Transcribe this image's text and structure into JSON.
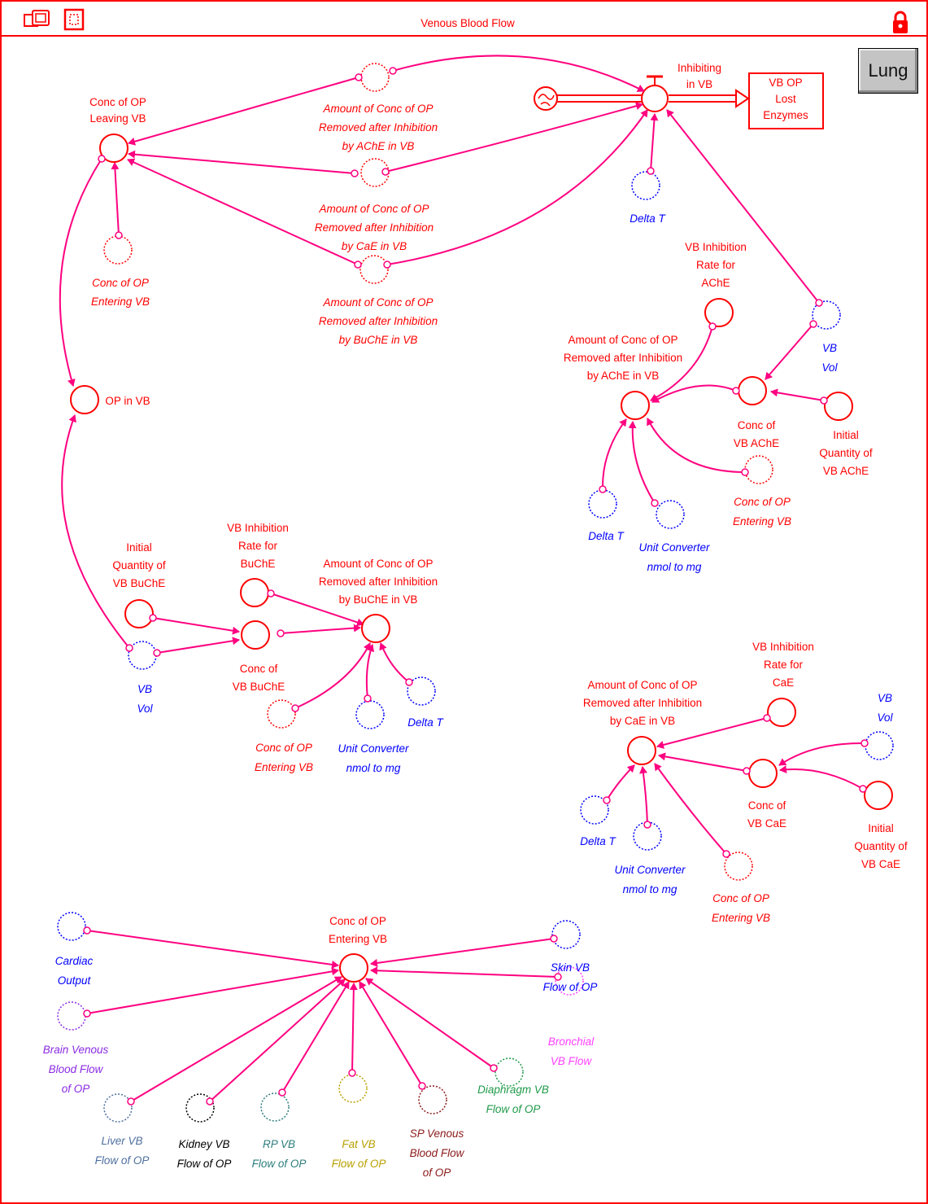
{
  "window": {
    "title": "Venous Blood Flow",
    "lung_button": "Lung"
  },
  "colors": {
    "frame": "#ff0000",
    "model": "#ff0000",
    "link": "#ff0080",
    "input_blue": "#0000ff",
    "brain": "#8a2be2",
    "liver": "#4f6f9f",
    "kidney": "#000000",
    "rp": "#2e7d7d",
    "fat": "#b8a000",
    "sp": "#8b1a1a",
    "diaphragm": "#1f9a4a",
    "bronchial": "#ff40ff"
  },
  "labels": {
    "inhibiting": [
      "Inhibiting",
      "in VB"
    ],
    "lost": [
      "VB OP",
      "Lost",
      "Enzymes"
    ],
    "conc_leaving": [
      "Conc of OP",
      "Leaving VB"
    ],
    "ache_ghost": [
      "Amount of Conc of OP",
      "Removed after Inhibition",
      "by AChE in VB"
    ],
    "cae_ghost": [
      "Amount of Conc of OP",
      "Removed after Inhibition",
      "by CaE in VB"
    ],
    "buche_ghost": [
      "Amount of Conc of OP",
      "Removed after Inhibition",
      "by BuChE in VB"
    ],
    "conc_entering_ghost": [
      "Conc of OP",
      "Entering VB"
    ],
    "delta_t": "Delta T",
    "op_in_vb": "OP in VB",
    "ache_rate": [
      "VB Inhibition",
      "Rate for",
      "AChE"
    ],
    "ache_amount": [
      "Amount of Conc of OP",
      "Removed after Inhibition",
      "by AChE in VB"
    ],
    "vb_vol": [
      "VB",
      "Vol"
    ],
    "conc_ache": [
      "Conc of",
      "VB AChE"
    ],
    "init_ache": [
      "Initial",
      "Quantity of",
      "VB AChE"
    ],
    "unit_conv": [
      "Unit Converter",
      "nmol to mg"
    ],
    "buche_init": [
      "Initial",
      "Quantity of",
      "VB BuChE"
    ],
    "buche_rate": [
      "VB Inhibition",
      "Rate for",
      "BuChE"
    ],
    "buche_amount": [
      "Amount of Conc of OP",
      "Removed after Inhibition",
      "by BuChE in VB"
    ],
    "conc_buche": [
      "Conc of",
      "VB BuChE"
    ],
    "cae_rate": [
      "VB Inhibition",
      "Rate for",
      "CaE"
    ],
    "cae_amount": [
      "Amount of Conc of OP",
      "Removed after Inhibition",
      "by CaE in VB"
    ],
    "conc_cae": [
      "Conc of",
      "VB CaE"
    ],
    "init_cae": [
      "Initial",
      "Quantity of",
      "VB CaE"
    ],
    "conc_entering": [
      "Conc of OP",
      "Entering VB"
    ],
    "cardiac": [
      "Cardiac",
      "Output"
    ],
    "brain": [
      "Brain Venous",
      "Blood Flow",
      "of OP"
    ],
    "liver": [
      "Liver VB",
      "Flow of OP"
    ],
    "kidney": [
      "Kidney VB",
      "Flow of OP"
    ],
    "rp": [
      "RP VB",
      "Flow of OP"
    ],
    "fat": [
      "Fat VB",
      "Flow of OP"
    ],
    "sp": [
      "SP Venous",
      "Blood Flow",
      "of OP"
    ],
    "diaphragm": [
      "Diaphragm VB",
      "Flow of OP"
    ],
    "bronchial": [
      "Bronchial",
      "VB Flow"
    ],
    "skin": [
      "Skin VB",
      "Flow of OP"
    ]
  }
}
